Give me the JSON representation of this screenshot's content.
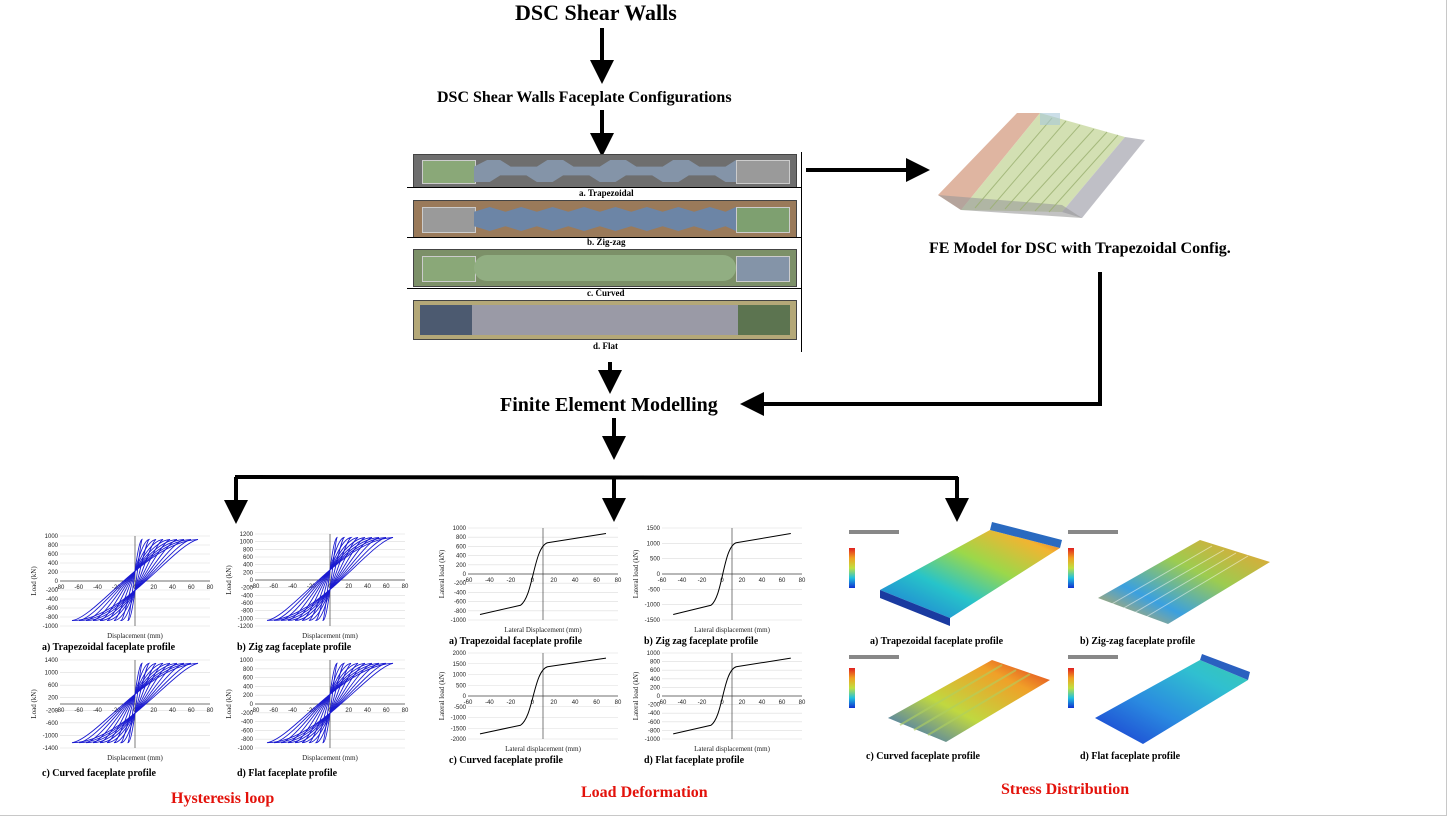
{
  "title": "DSC Shear Walls",
  "configs_title": "DSC Shear Walls Faceplate Configurations",
  "configs": [
    "a.  Trapezoidal",
    "b.  Zig-zag",
    "c.  Curved",
    "d.  Flat"
  ],
  "fe_model_label": "FE Model for DSC with Trapezoidal Config.",
  "fem_label": "Finite Element Modelling",
  "sections": {
    "hysteresis": "Hysteresis loop",
    "load_deformation": "Load Deformation",
    "stress": "Stress Distribution"
  },
  "hysteresis": {
    "xlabel": "Displacement (mm)",
    "ylabel": "Load (kN)",
    "captions": [
      "a)   Trapezoidal faceplate profile",
      "b)  Zig zag faceplate profile",
      "c)   Curved faceplate profile",
      "d)   Flat faceplate profile"
    ],
    "yticks": [
      [
        "1000",
        "800",
        "600",
        "400",
        "200",
        "0",
        "-200",
        "-400",
        "-600",
        "-800",
        "-1000"
      ],
      [
        "1200",
        "1000",
        "800",
        "600",
        "400",
        "200",
        "0",
        "-200",
        "-400",
        "-600",
        "-800",
        "-1000",
        "-1200"
      ],
      [
        "1400",
        "1000",
        "600",
        "200",
        "-200",
        "-600",
        "-1000",
        "-1400"
      ],
      [
        "1000",
        "800",
        "600",
        "400",
        "200",
        "0",
        "-200",
        "-400",
        "-600",
        "-800",
        "-1000"
      ]
    ],
    "xticks": [
      "-80",
      "-60",
      "-40",
      "-20",
      "0",
      "20",
      "40",
      "60",
      "80"
    ]
  },
  "load_def": {
    "ylabel": "Lateral load (kN)",
    "xlabels": [
      "Lateral Displacement (mm)",
      "Lateral  displacement (mm)",
      "Lateral displacement (mm)",
      "Lateral displacement (mm)"
    ],
    "captions": [
      "a)   Trapezoidal faceplate profile",
      "b)   Zig zag faceplate profile",
      "c)   Curved faceplate profile",
      "d)   Flat faceplate profile"
    ],
    "yticks": [
      [
        "1000",
        "800",
        "600",
        "400",
        "200",
        "0",
        "-200",
        "-400",
        "-600",
        "-800",
        "-1000"
      ],
      [
        "1500",
        "1000",
        "500",
        "0",
        "-500",
        "-1000",
        "-1500"
      ],
      [
        "2000",
        "1500",
        "1000",
        "500",
        "0",
        "-500",
        "-1000",
        "-1500",
        "-2000"
      ],
      [
        "1000",
        "800",
        "600",
        "400",
        "200",
        "0",
        "-200",
        "-400",
        "-600",
        "-800",
        "-1000"
      ]
    ],
    "xticks": [
      "-60",
      "-40",
      "-20",
      "0",
      "20",
      "40",
      "60",
      "80"
    ]
  },
  "stress": {
    "captions": [
      "a)   Trapezoidal faceplate profile",
      "b)   Zig-zag faceplate profile",
      "c)   Curved faceplate profile",
      "d)   Flat faceplate profile"
    ]
  }
}
